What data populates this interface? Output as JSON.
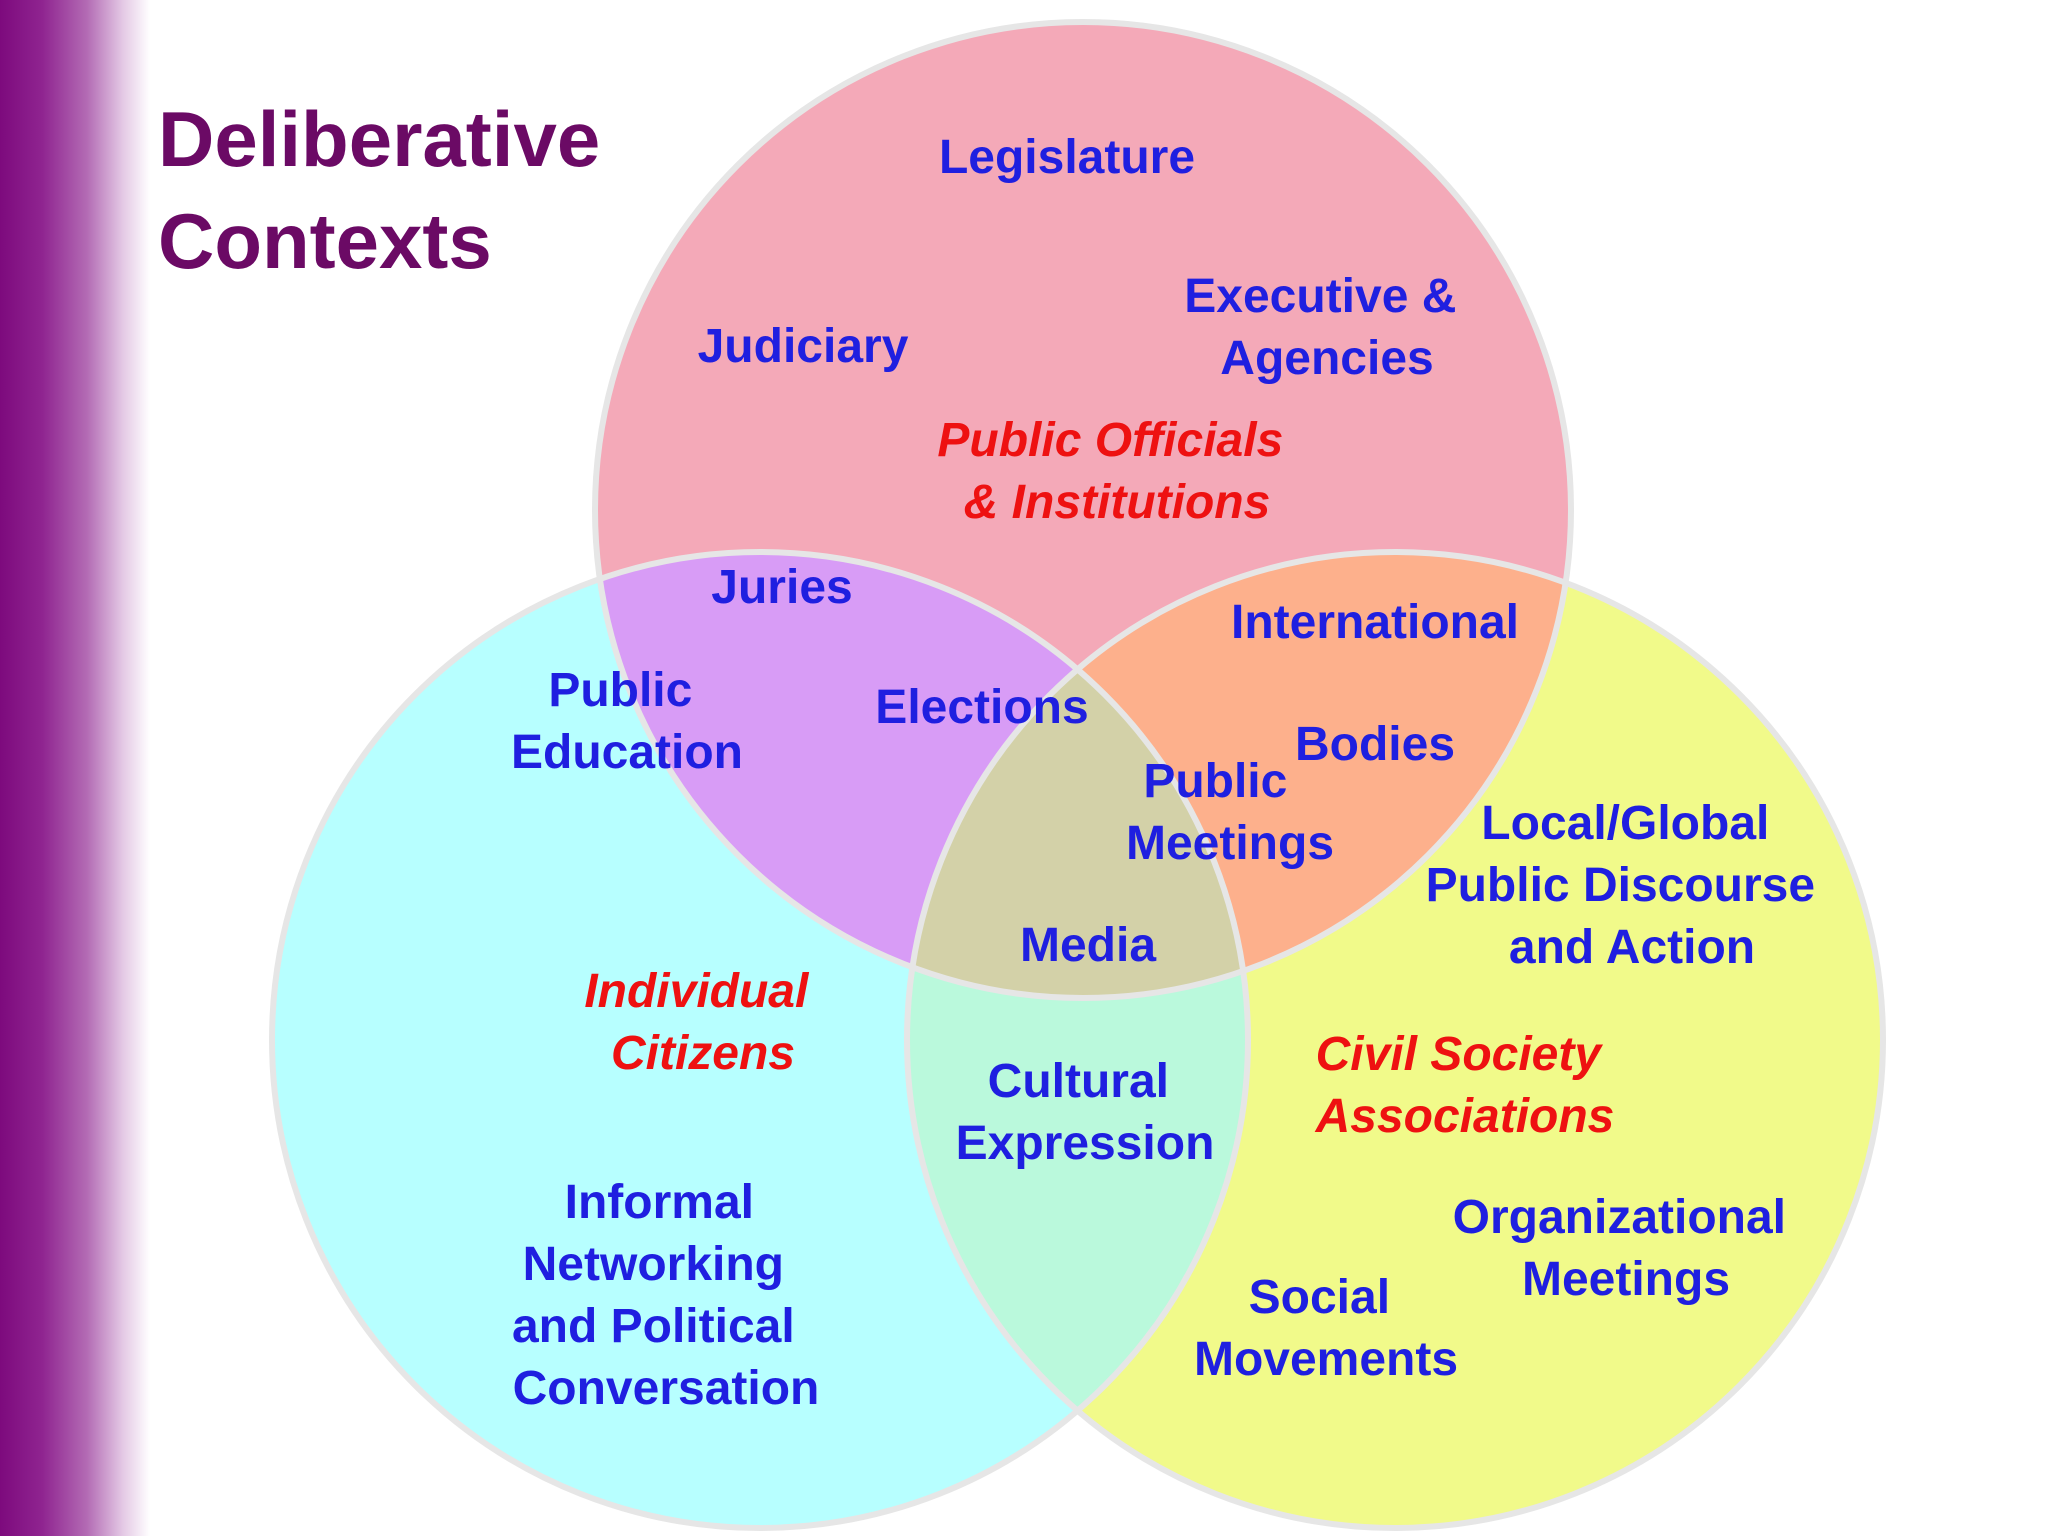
{
  "title": {
    "line1": "Deliberative",
    "line2": "Contexts"
  },
  "colors": {
    "officials": "#f4a9b8",
    "citizens": "#b7ffff",
    "civil": "#f1fa8a",
    "officials_citizens": "#d89cf6",
    "officials_civil": "#fdb08c",
    "citizens_civil": "#baf9dc",
    "center": "#d3d1a8",
    "label": "#1f1fe0",
    "group_label": "#ee1111",
    "title": "#6b0a65"
  },
  "circles": {
    "officials": {
      "group_label": [
        "Public Officials",
        "& Institutions"
      ],
      "items": [
        [
          "Legislature"
        ],
        [
          "Judiciary"
        ],
        [
          "Executive &",
          "Agencies"
        ]
      ]
    },
    "citizens": {
      "group_label": [
        "Individual",
        "Citizens"
      ],
      "items": [
        [
          "Public",
          "Education"
        ],
        [
          "Informal",
          "Networking",
          "and Political",
          "Conversation"
        ]
      ]
    },
    "civil": {
      "group_label": [
        "Civil Society",
        "Associations"
      ],
      "items": [
        [
          "Local/Global",
          "Public Discourse",
          "and Action"
        ],
        [
          "Organizational",
          "Meetings"
        ],
        [
          "Social",
          "Movements"
        ]
      ]
    }
  },
  "overlaps": {
    "officials_citizens": [
      [
        "Juries"
      ],
      [
        "Elections"
      ]
    ],
    "officials_civil": [
      [
        "International"
      ],
      [
        "Bodies"
      ]
    ],
    "citizens_civil": [
      [
        "Cultural",
        "Expression"
      ]
    ],
    "center": [
      [
        "Public",
        "Meetings"
      ],
      [
        "Media"
      ]
    ]
  }
}
